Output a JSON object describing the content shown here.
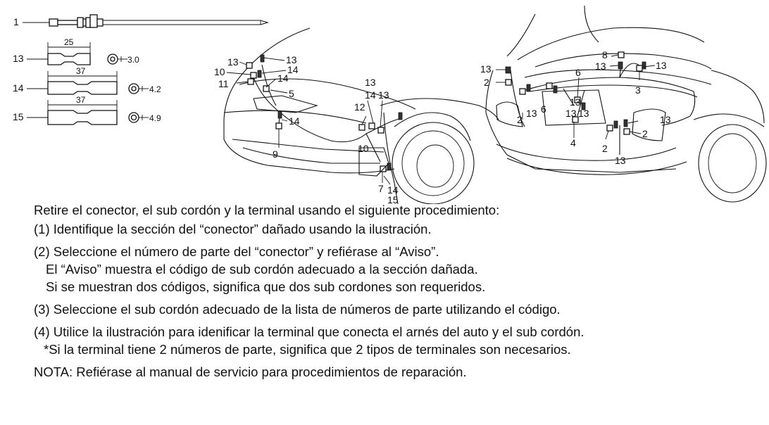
{
  "parts_legend": {
    "p1": "1",
    "p13": "13",
    "p13_length": "25",
    "p13_dia": "3.0",
    "p14": "14",
    "p14_length": "37",
    "p14_dia": "4.2",
    "p15": "15",
    "p15_length": "37",
    "p15_dia": "4.9"
  },
  "front_labels": {
    "a13": "13",
    "a10": "10",
    "a11": "11",
    "a13b": "13",
    "a14": "14",
    "a14b": "14",
    "a5": "5",
    "a14c": "14",
    "a9": "9",
    "a13c": "13",
    "a14d": "14",
    "a13d": "13",
    "a12": "12",
    "a10b": "10",
    "a7": "7",
    "a14e": "14",
    "a15": "15"
  },
  "rear_labels": {
    "b13": "13",
    "b2": "2",
    "b8": "8",
    "b13b": "13",
    "b13c": "13",
    "b3": "3",
    "b6": "6",
    "b6b": "6",
    "b13d": "13",
    "b13e": "13",
    "b13f": "13",
    "b13g": "13",
    "b2b": "2",
    "b4": "4",
    "b13h": "13",
    "b2c": "2",
    "b2d": "2",
    "b13i": "13"
  },
  "instructions": {
    "intro": "Retire el conector, el sub cordón y la terminal usando el siguiente procedimiento:",
    "step1": "(1) Identifique la sección del “conector” dañado usando la ilustración.",
    "step2": "(2) Seleccione el número de parte del “conector” y refiérase al “Aviso”.",
    "step2_line2": "El “Aviso” muestra el código de sub cordón adecuado a la sección dañada.",
    "step2_line3": "Si se muestran dos códigos, significa que dos sub cordones son requeridos.",
    "step3": "(3) Seleccione el sub cordón adecuado de la lista de números de parte utilizando el código.",
    "step4": "(4) Utilice la ilustración para idenificar la terminal que conecta el arnés del auto y el sub cordón.",
    "step4_line2": "*Si la terminal tiene 2 números de parte, significa que 2 tipos de terminales son necesarios.",
    "note": "NOTA: Refiérase al manual de servicio para procedimientos de reparación."
  }
}
